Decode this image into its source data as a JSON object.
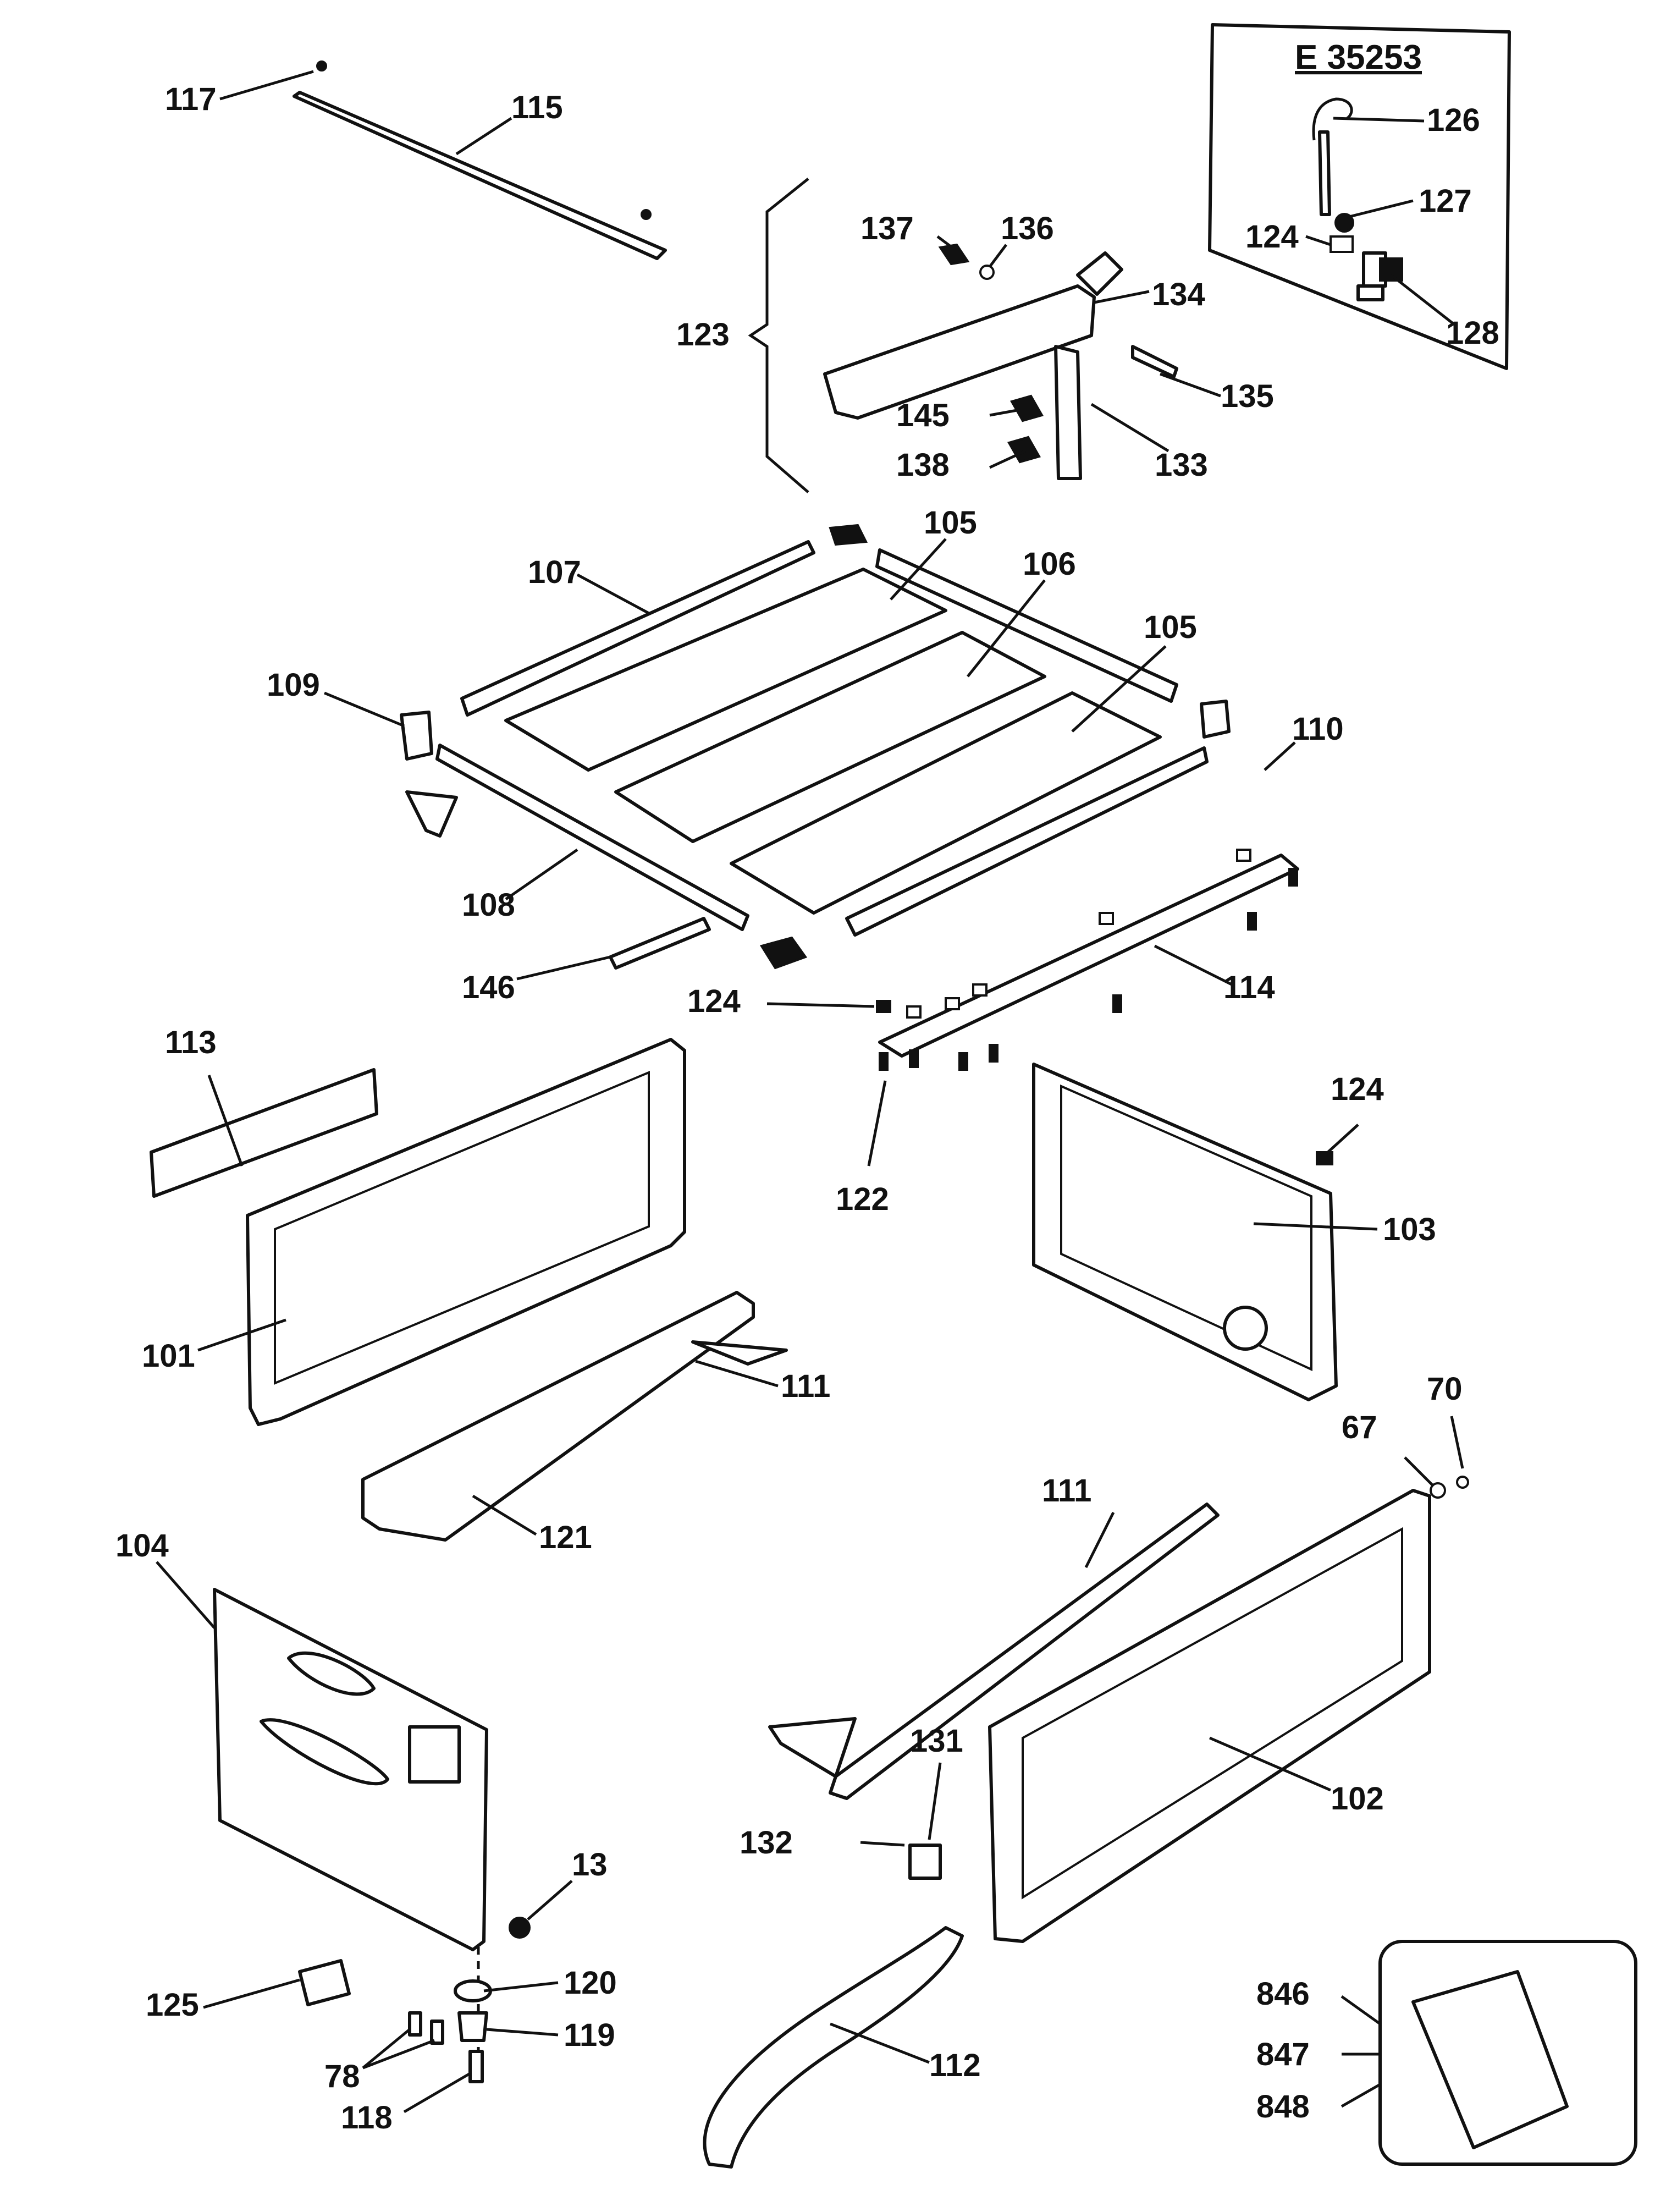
{
  "inset": {
    "model_code": "E 35253",
    "labels": {
      "p126": "126",
      "p127": "127",
      "p124": "124",
      "p128": "128"
    }
  },
  "labels": {
    "p117": "117",
    "p115": "115",
    "p123": "123",
    "p137": "137",
    "p136": "136",
    "p134": "134",
    "p135": "135",
    "p145": "145",
    "p138": "138",
    "p133": "133",
    "p107": "107",
    "p105a": "105",
    "p106": "106",
    "p105b": "105",
    "p109": "109",
    "p110": "110",
    "p108": "108",
    "p146": "146",
    "p124a": "124",
    "p114": "114",
    "p113": "113",
    "p124b": "124",
    "p122": "122",
    "p103": "103",
    "p101": "101",
    "p111a": "111",
    "p121": "121",
    "p70": "70",
    "p67": "67",
    "p111b": "111",
    "p104": "104",
    "p102": "102",
    "p131": "131",
    "p132": "132",
    "p13": "13",
    "p125": "125",
    "p120": "120",
    "p119": "119",
    "p78": "78",
    "p118": "118",
    "p112": "112",
    "p846": "846",
    "p847": "847",
    "p848": "848"
  }
}
